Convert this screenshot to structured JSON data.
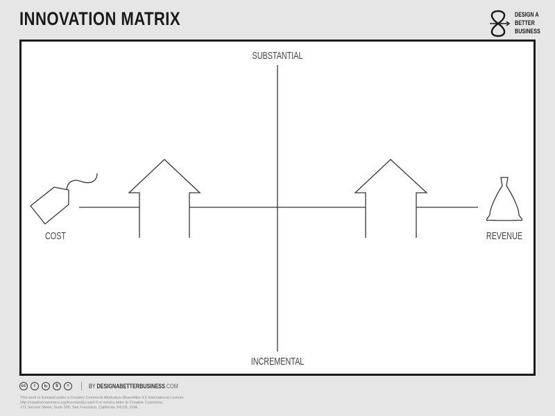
{
  "header": {
    "title": "INNOVATION MATRIX",
    "logo_text": [
      "DESIGN A",
      "BETTER",
      "BUSINESS"
    ]
  },
  "matrix": {
    "top_label": "SUBSTANTIAL",
    "bottom_label": "INCREMENTAL",
    "left_label": "COST",
    "right_label": "REVENUE",
    "left_icon": "price-tag-icon",
    "right_icon": "money-bag-icon"
  },
  "footer": {
    "license_icons": [
      "cc",
      "by",
      "sa",
      "nc",
      "nd"
    ],
    "by_prefix": "BY ",
    "brand": "DESIGNABETTERBUSINESS",
    "brand_suffix": ".COM",
    "license_lines": [
      "This work is licensed under a Creative Commons Attribution-ShareAlike 4.0 International License.",
      "http://creativecommons.org/licenses/by-sa/4.0 or send a letter to Creative Commons,",
      "171 Second Street, Suite 300, San Francisco, California, 94105, USA."
    ]
  }
}
